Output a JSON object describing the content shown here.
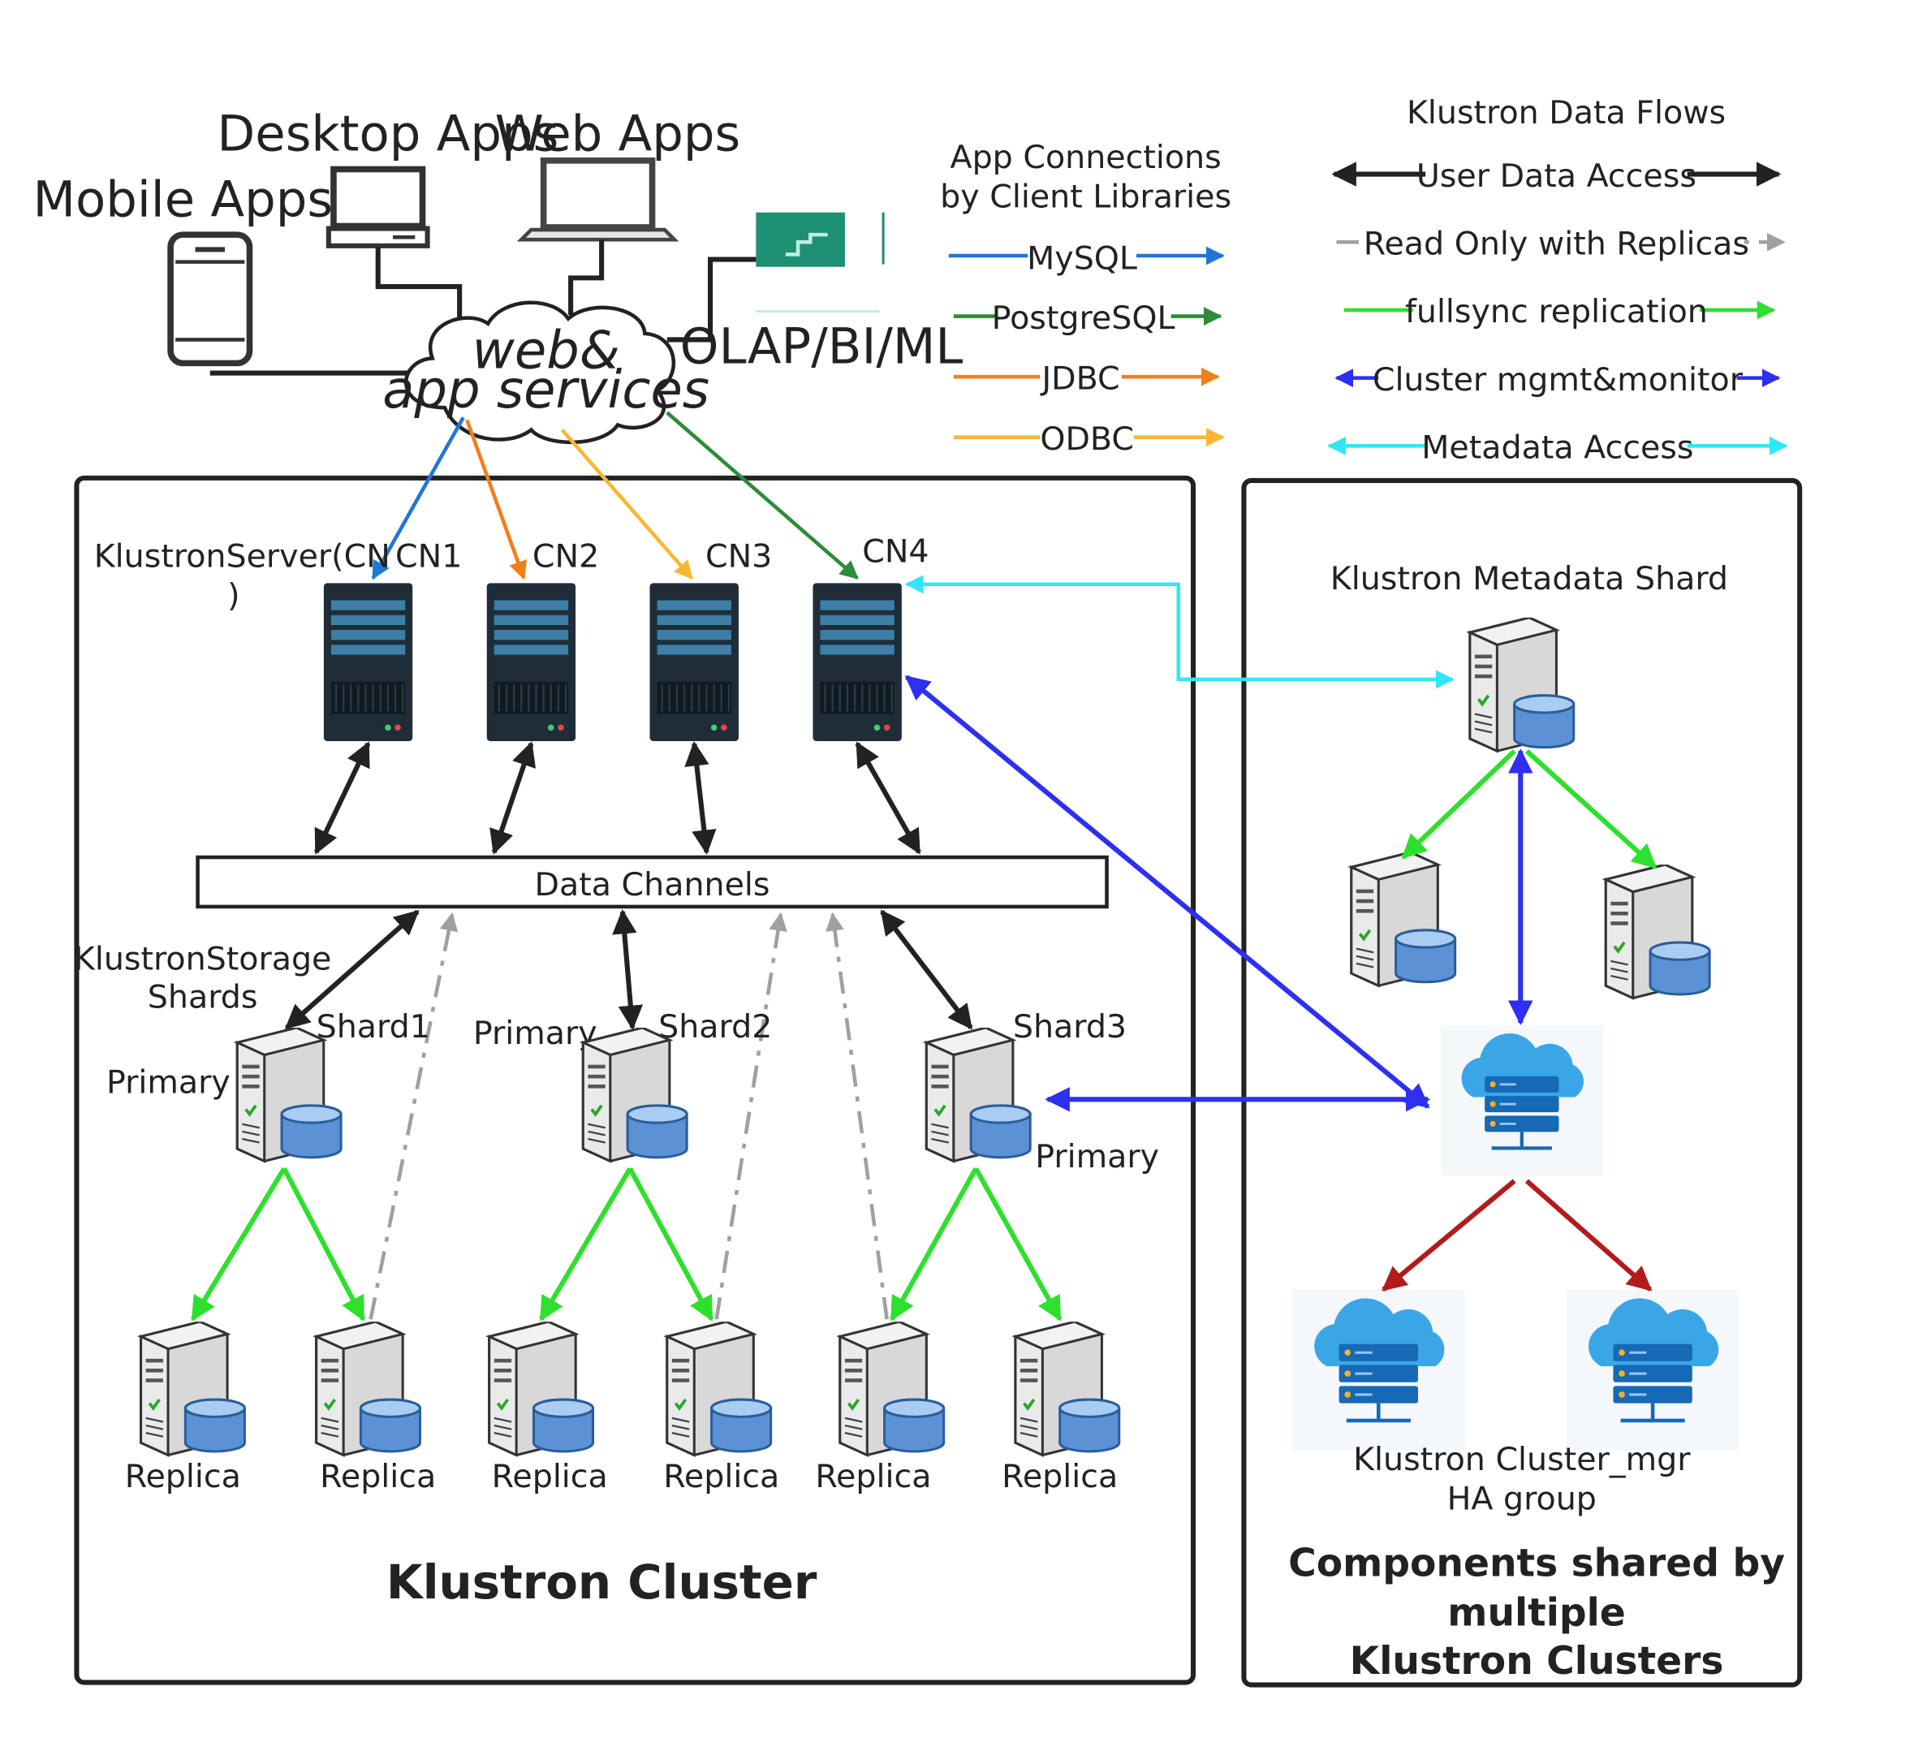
{
  "colors": {
    "mysql": "#1f77d4",
    "postgresql": "#2e8b3a",
    "jdbc": "#f07f1a",
    "odbc": "#f7b733",
    "user_data": "#222222",
    "read_only": "#a0a0a0",
    "fullsync": "#2ee02e",
    "cluster_mgmt": "#2f2ff0",
    "metadata": "#33e6f5",
    "mgr_link": "#b31b1b"
  },
  "clients": {
    "mobile": "Mobile Apps",
    "desktop": "Desktop Apps",
    "web": "Web Apps",
    "olap": "OLAP/BI/ML",
    "cloud_line1": "web&",
    "cloud_line2": "app services"
  },
  "app_legend": {
    "title_line1": "App Connections",
    "title_line2": "by Client Libraries",
    "items": [
      "MySQL",
      "PostgreSQL",
      "JDBC",
      "ODBC"
    ]
  },
  "flow_legend": {
    "title": "Klustron Data Flows",
    "items": [
      "User Data Access",
      "Read Only with Replicas",
      "fullsync replication",
      "Cluster mgmt&monitor",
      "Metadata Access"
    ]
  },
  "cluster": {
    "title": "Klustron Cluster",
    "server_label_line1": "KlustronServer(CN",
    "server_label_line2": ")",
    "cns": [
      "CN1",
      "CN2",
      "CN3",
      "CN4"
    ],
    "data_channels": "Data Channels",
    "storage_line1": "KlustronStorage",
    "storage_line2": "Shards",
    "shards": [
      "Shard1",
      "Shard2",
      "Shard3"
    ],
    "primary": "Primary",
    "replica": "Replica"
  },
  "shared": {
    "metadata_shard": "Klustron Metadata Shard",
    "mgr_line1": "Klustron Cluster_mgr",
    "mgr_line2": "HA group",
    "title_line1": "Components shared by",
    "title_line2": "multiple",
    "title_line3": "Klustron Clusters"
  }
}
